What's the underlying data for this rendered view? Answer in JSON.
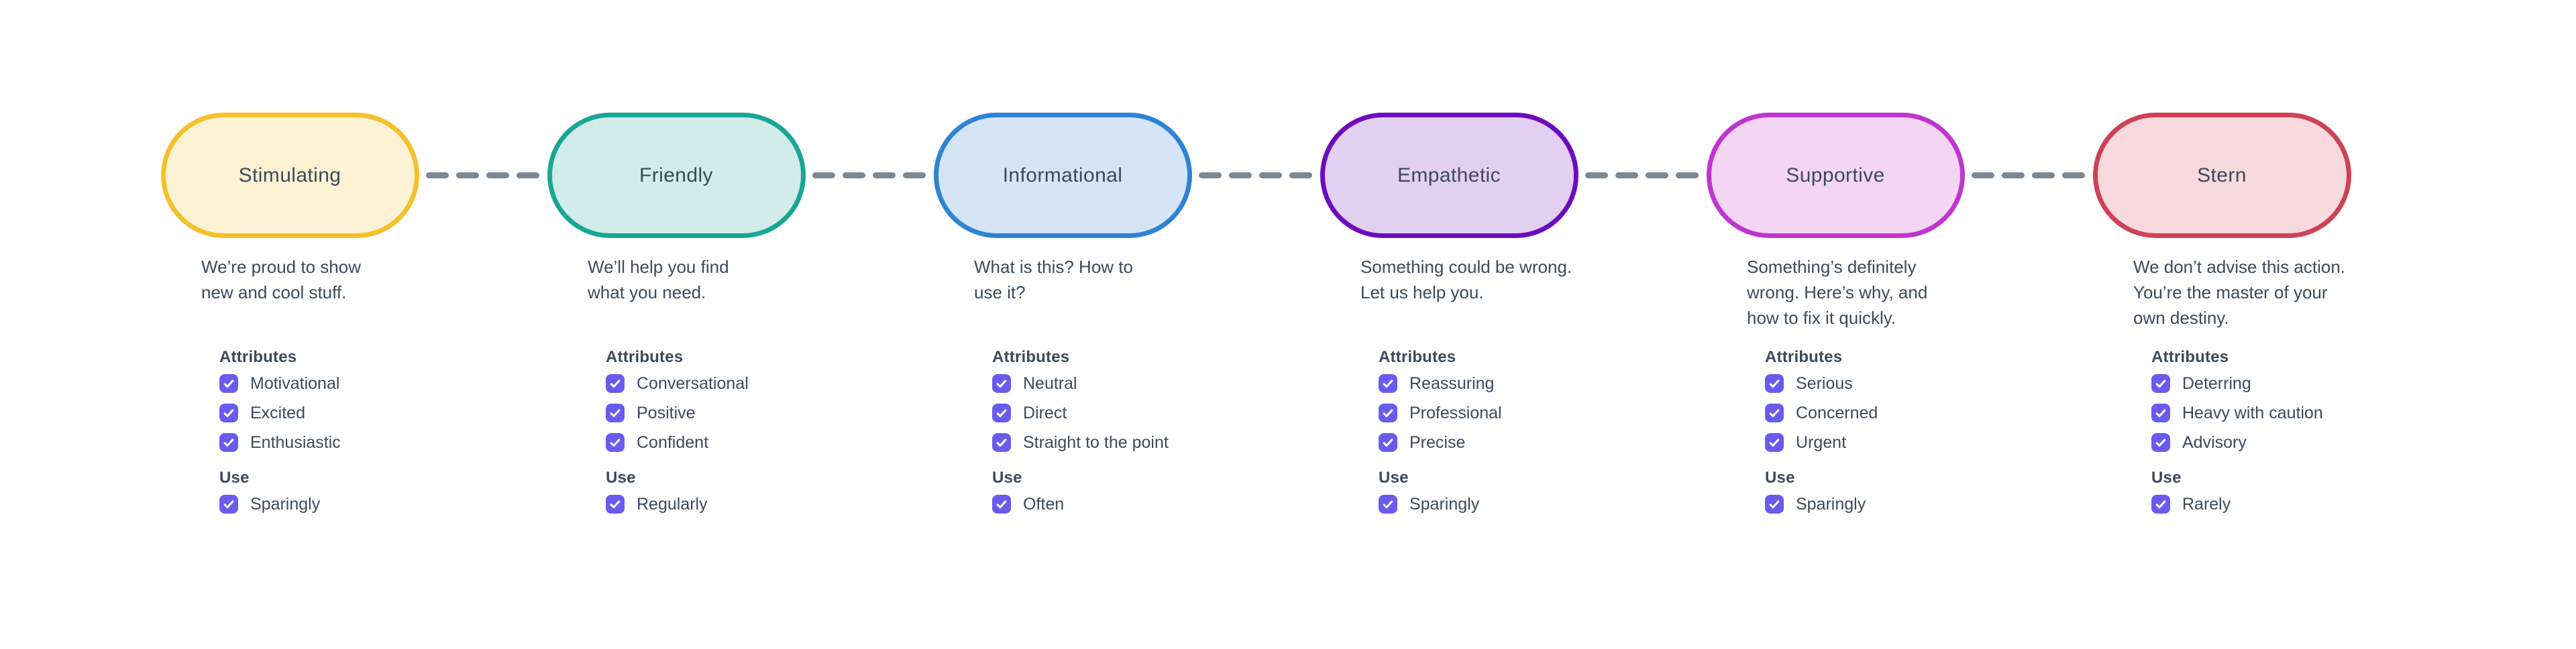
{
  "theme": {
    "background": "#ffffff",
    "text": "#3b4a5b",
    "checkbox": "#6a5bef",
    "connector": "#7b8794"
  },
  "labels": {
    "attributes": "Attributes",
    "use": "Use"
  },
  "columns": [
    {
      "label": "Stimulating",
      "colors": {
        "border": "#f5c02a",
        "fill": "#fdf2d3"
      },
      "description_lines": [
        "We’re proud to show",
        "new and cool stuff."
      ],
      "attributes": [
        {
          "label": "Motivational",
          "checked": true
        },
        {
          "label": "Excited",
          "checked": true
        },
        {
          "label": "Enthusiastic",
          "checked": true
        }
      ],
      "use": [
        {
          "label": "Sparingly",
          "checked": true
        }
      ]
    },
    {
      "label": "Friendly",
      "colors": {
        "border": "#19a695",
        "fill": "#d2ecea"
      },
      "description_lines": [
        "We’ll help you find",
        "what you need."
      ],
      "attributes": [
        {
          "label": "Conversational",
          "checked": true
        },
        {
          "label": "Positive",
          "checked": true
        },
        {
          "label": "Confident",
          "checked": true
        }
      ],
      "use": [
        {
          "label": "Regularly",
          "checked": true
        }
      ]
    },
    {
      "label": "Informational",
      "colors": {
        "border": "#2e83d4",
        "fill": "#d5e5f6"
      },
      "description_lines": [
        "What is this? How to",
        "use it?"
      ],
      "attributes": [
        {
          "label": "Neutral",
          "checked": true
        },
        {
          "label": "Direct",
          "checked": true
        },
        {
          "label": "Straight to the point",
          "checked": true
        }
      ],
      "use": [
        {
          "label": "Often",
          "checked": true
        }
      ]
    },
    {
      "label": "Empathetic",
      "colors": {
        "border": "#6a0dbe",
        "fill": "#e2d0f1"
      },
      "description_lines": [
        "Something could be wrong.",
        "Let us help you."
      ],
      "attributes": [
        {
          "label": "Reassuring",
          "checked": true
        },
        {
          "label": "Professional",
          "checked": true
        },
        {
          "label": "Precise",
          "checked": true
        }
      ],
      "use": [
        {
          "label": "Sparingly",
          "checked": true
        }
      ]
    },
    {
      "label": "Supportive",
      "colors": {
        "border": "#bf35cf",
        "fill": "#f3d6f3"
      },
      "description_lines": [
        "Something’s definitely",
        "wrong. Here’s why, and",
        "how to fix it quickly."
      ],
      "attributes": [
        {
          "label": "Serious",
          "checked": true
        },
        {
          "label": "Concerned",
          "checked": true
        },
        {
          "label": "Urgent",
          "checked": true
        }
      ],
      "use": [
        {
          "label": "Sparingly",
          "checked": true
        }
      ]
    },
    {
      "label": "Stern",
      "colors": {
        "border": "#ce4257",
        "fill": "#f8d9dd"
      },
      "description_lines": [
        "We don’t advise this action.",
        "You’re the master of your",
        "own destiny."
      ],
      "attributes": [
        {
          "label": "Deterring",
          "checked": true
        },
        {
          "label": "Heavy with caution",
          "checked": true
        },
        {
          "label": "Advisory",
          "checked": true
        }
      ],
      "use": [
        {
          "label": "Rarely",
          "checked": true
        }
      ]
    }
  ]
}
